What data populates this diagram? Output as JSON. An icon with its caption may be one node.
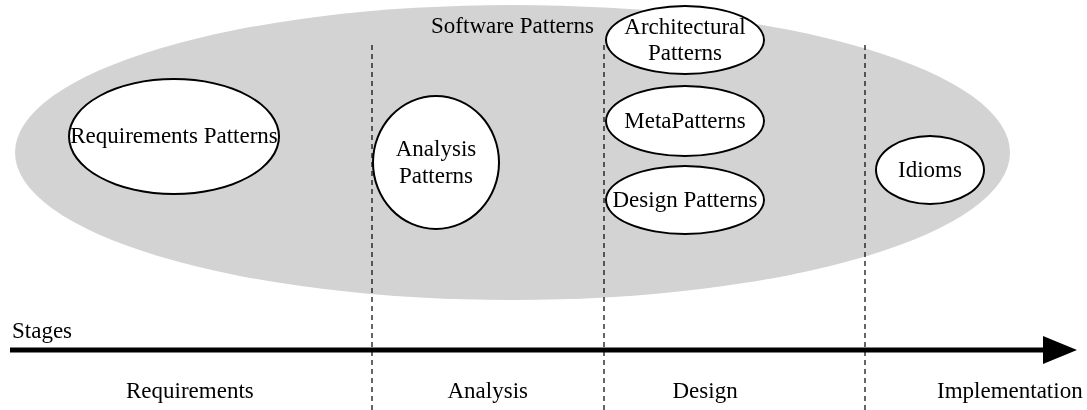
{
  "diagram": {
    "nodes": [
      {
        "text": [
          "Software Patterns"
        ]
      },
      {
        "text": [
          "Requirements Patterns"
        ],
        "in": 0
      },
      {
        "text": [
          "Analysis Patterns"
        ],
        "in": 0
      },
      {
        "text": [
          "Architectural Patterns"
        ],
        "in": 0
      },
      {
        "text": [
          "MetaPatterns"
        ],
        "in": 0
      },
      {
        "text": [
          "Design Patterns"
        ],
        "in": 0
      },
      {
        "text": [
          "Idioms"
        ],
        "in": 0
      }
    ],
    "edges": [],
    "labels": [
      "Stages",
      "Requirements",
      "Analysis",
      "Design",
      "Implementation"
    ]
  }
}
